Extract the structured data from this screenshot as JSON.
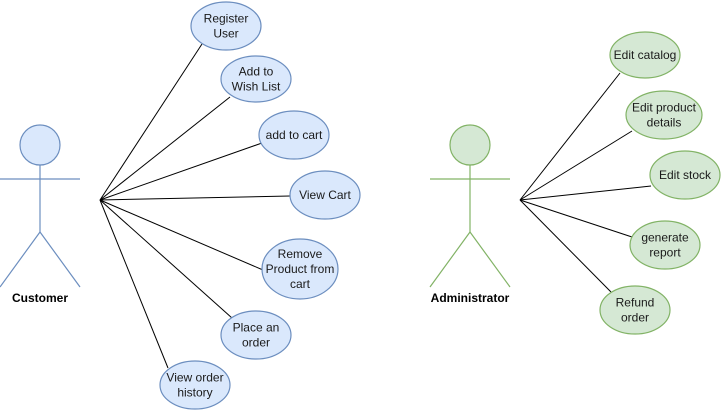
{
  "colors": {
    "customer_fill": "#dae8fc",
    "customer_stroke": "#6c8ebf",
    "admin_fill": "#d5e8d4",
    "admin_stroke": "#82b366",
    "line": "#000000"
  },
  "actors": [
    {
      "id": "customer",
      "label": "Customer",
      "color_scheme": "blue"
    },
    {
      "id": "administrator",
      "label": "Administrator",
      "color_scheme": "green"
    }
  ],
  "use_cases": {
    "customer": [
      {
        "id": "register-user",
        "lines": [
          "Register",
          "User"
        ]
      },
      {
        "id": "add-to-wish-list",
        "lines": [
          "Add to",
          "Wish List"
        ]
      },
      {
        "id": "add-to-cart",
        "lines": [
          "add to cart"
        ]
      },
      {
        "id": "view-cart",
        "lines": [
          "View Cart"
        ]
      },
      {
        "id": "remove-product-from-cart",
        "lines": [
          "Remove",
          "Product from",
          "cart"
        ]
      },
      {
        "id": "place-an-order",
        "lines": [
          "Place an",
          "order"
        ]
      },
      {
        "id": "view-order-history",
        "lines": [
          "View order",
          "history"
        ]
      }
    ],
    "administrator": [
      {
        "id": "edit-catalog",
        "lines": [
          "Edit catalog"
        ]
      },
      {
        "id": "edit-product-details",
        "lines": [
          "Edit product",
          "details"
        ]
      },
      {
        "id": "edit-stock",
        "lines": [
          "Edit stock"
        ]
      },
      {
        "id": "generate-report",
        "lines": [
          "generate",
          "report"
        ]
      },
      {
        "id": "refund-order",
        "lines": [
          "Refund",
          "order"
        ]
      }
    ]
  }
}
